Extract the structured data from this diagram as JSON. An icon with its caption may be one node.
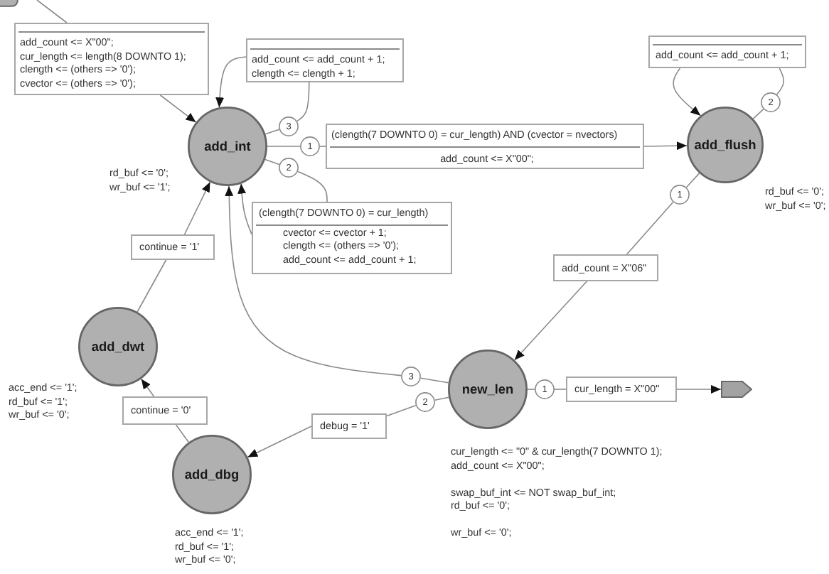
{
  "diagram": {
    "nodes": [
      {
        "text": [],
        "shape": "box"
      },
      {
        "text": [
          "add_count <= X\"00\";",
          "cur_length <= length(8 DOWNTO 1);",
          "clength <= (others => '0');",
          "cvector <= (others => '0');"
        ]
      },
      {
        "text": [
          "add_count <= add_count + 1;",
          "clength <= clength + 1;"
        ]
      },
      {
        "text": [
          "add_count <= add_count + 1;"
        ]
      },
      {
        "text": [
          "add_int"
        ],
        "beside": [
          "rd_buf <= '0';",
          "wr_buf <= '1';"
        ]
      },
      {
        "text": [
          "3"
        ]
      },
      {
        "text": [
          "1"
        ]
      },
      {
        "text": [
          "(clength(7 DOWNTO 0) = cur_length) AND (cvector = nvectors)",
          "add_count <= X\"00\";"
        ]
      },
      {
        "text": [
          "add_flush"
        ],
        "beside": [
          "rd_buf <= '0';",
          "wr_buf <= '0';"
        ]
      },
      {
        "text": [
          "2"
        ]
      },
      {
        "text": [
          "2"
        ]
      },
      {
        "text": [
          "1"
        ]
      },
      {
        "text": [
          "(clength(7 DOWNTO 0) = cur_length)",
          "cvector <= cvector + 1;",
          "clength <= (others => '0');",
          "add_count <= add_count + 1;"
        ]
      },
      {
        "text": [
          "continue = '1'"
        ]
      },
      {
        "text": [
          "add_count = X\"06\""
        ]
      },
      {
        "text": [
          "add_dwt"
        ],
        "beside": [
          "acc_end <= '1';",
          "rd_buf <= '1';",
          "wr_buf <= '0';"
        ]
      },
      {
        "text": [
          "new_len"
        ],
        "beside": [
          "cur_length <= \"0\" & cur_length(7 DOWNTO 1);",
          "add_count <= X\"00\";",
          "swap_buf_int <= NOT swap_buf_int;",
          "rd_buf <= '0';",
          "wr_buf <= '0';"
        ]
      },
      {
        "text": [
          "3"
        ]
      },
      {
        "text": [
          "1"
        ]
      },
      {
        "text": [
          "cur_length = X\"00\""
        ]
      },
      {
        "text": [],
        "shape": "pentagon"
      },
      {
        "text": [
          "2"
        ]
      },
      {
        "text": [
          "continue = '0'"
        ]
      },
      {
        "text": [
          "debug = '1'"
        ]
      },
      {
        "text": [
          "add_dbg"
        ],
        "beside": [
          "acc_end <= '1';",
          "rd_buf <= '1';",
          "wr_buf <= '0';"
        ]
      }
    ],
    "edges": [
      {
        "from": null,
        "to": 1,
        "arrow": "none"
      },
      {
        "from": 1,
        "to": 4,
        "arrow": "to"
      },
      {
        "from": 4,
        "to": 5,
        "arrow": "none"
      },
      {
        "from": 5,
        "to": 2,
        "arrow": "none"
      },
      {
        "from": 2,
        "to": 4,
        "arrow": "to"
      },
      {
        "from": 4,
        "to": 6,
        "arrow": "none"
      },
      {
        "from": 6,
        "to": 7,
        "arrow": "none"
      },
      {
        "from": 7,
        "to": 8,
        "arrow": "to"
      },
      {
        "from": 4,
        "to": 10,
        "arrow": "none"
      },
      {
        "from": 10,
        "to": 12,
        "arrow": "none"
      },
      {
        "from": 12,
        "to": 4,
        "arrow": "to"
      },
      {
        "from": 8,
        "to": 9,
        "arrow": "none"
      },
      {
        "from": 9,
        "to": 3,
        "arrow": "none"
      },
      {
        "from": 3,
        "to": 8,
        "arrow": "to"
      },
      {
        "from": 8,
        "to": 11,
        "arrow": "none"
      },
      {
        "from": 11,
        "to": 14,
        "arrow": "none"
      },
      {
        "from": 14,
        "to": 16,
        "arrow": "to"
      },
      {
        "from": 15,
        "to": 13,
        "arrow": "none"
      },
      {
        "from": 13,
        "to": 4,
        "arrow": "to"
      },
      {
        "from": 16,
        "to": 17,
        "arrow": "none"
      },
      {
        "from": 17,
        "to": 4,
        "arrow": "to"
      },
      {
        "from": 16,
        "to": 18,
        "arrow": "none"
      },
      {
        "from": 18,
        "to": 19,
        "arrow": "none"
      },
      {
        "from": 19,
        "to": 20,
        "arrow": "to"
      },
      {
        "from": 16,
        "to": 21,
        "arrow": "none"
      },
      {
        "from": 21,
        "to": 23,
        "arrow": "none"
      },
      {
        "from": 23,
        "to": 24,
        "arrow": "to"
      },
      {
        "from": 24,
        "to": 22,
        "arrow": "none"
      },
      {
        "from": 22,
        "to": 15,
        "arrow": "to"
      }
    ]
  }
}
